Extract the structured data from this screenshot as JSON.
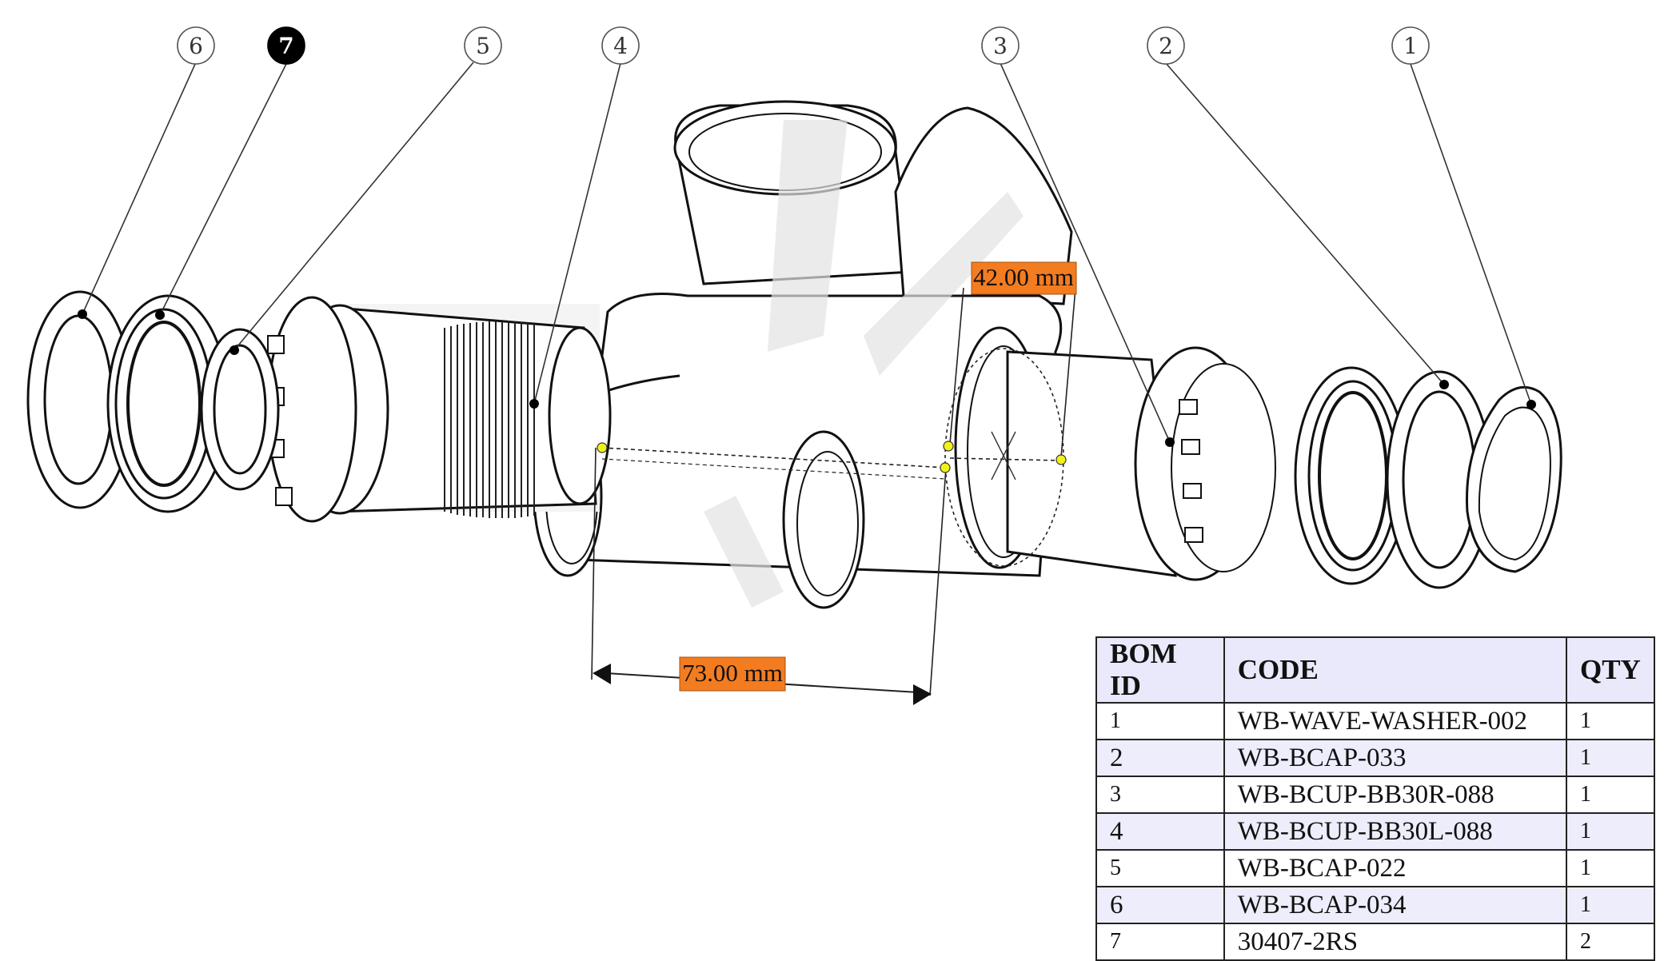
{
  "callouts": [
    {
      "id": "6",
      "highlighted": false
    },
    {
      "id": "7",
      "highlighted": true
    },
    {
      "id": "5",
      "highlighted": false
    },
    {
      "id": "4",
      "highlighted": false
    },
    {
      "id": "3",
      "highlighted": false
    },
    {
      "id": "2",
      "highlighted": false
    },
    {
      "id": "1",
      "highlighted": false
    }
  ],
  "dimensions": {
    "width_label": "73.00 mm",
    "diameter_label": "42.00 mm"
  },
  "bom": {
    "headers": [
      "BOM ID",
      "CODE",
      "QTY"
    ],
    "rows": [
      {
        "id": "1",
        "code": "WB-WAVE-WASHER-002",
        "qty": "1"
      },
      {
        "id": "2",
        "code": "WB-BCAP-033",
        "qty": "1"
      },
      {
        "id": "3",
        "code": "WB-BCUP-BB30R-088",
        "qty": "1"
      },
      {
        "id": "4",
        "code": "WB-BCUP-BB30L-088",
        "qty": "1"
      },
      {
        "id": "5",
        "code": "WB-BCAP-022",
        "qty": "1"
      },
      {
        "id": "6",
        "code": "WB-BCAP-034",
        "qty": "1"
      },
      {
        "id": "7",
        "code": "30407-2RS",
        "qty": "2"
      }
    ]
  },
  "colors": {
    "dimension_label_bg": "#f47c20",
    "highlight_callout": "#000000",
    "measure_point": "#f2f21a",
    "table_row_alt": "#ededfb"
  }
}
